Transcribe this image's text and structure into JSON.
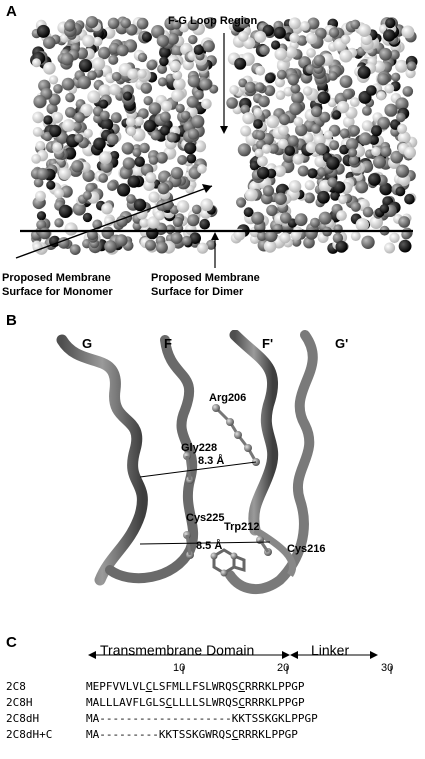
{
  "panel_a": {
    "letter": "A",
    "fg_label": "F-G Loop Region",
    "monomer_label_l1": "Proposed Membrane",
    "monomer_label_l2": "Surface for Monomer",
    "dimer_label_l1": "Proposed Membrane",
    "dimer_label_l2": "Surface for Dimer"
  },
  "panel_b": {
    "letter": "B",
    "helix_g": "G",
    "helix_f": "F",
    "helix_f_prime": "F'",
    "helix_g_prime": "G'",
    "res_arg": "Arg206",
    "res_gly": "Gly228",
    "dist_upper": "8.3 Å",
    "res_cys225": "Cys225",
    "res_trp": "Trp212",
    "dist_lower": "8.5 Å",
    "res_cys216": "Cys216"
  },
  "panel_c": {
    "letter": "C",
    "tm_label": "Transmembrane Domain",
    "linker_label": "Linker",
    "tick_10": "10",
    "tick_20": "20",
    "tick_30": "30",
    "rows": [
      {
        "name": "2C8",
        "pre": "MEPFVVLVL",
        "u1": "C",
        "mid": "LSFMLLFSLWRQS",
        "u2": "C",
        "post": "RRRKLPPGP"
      },
      {
        "name": "2C8H",
        "pre": "MALLLAVFLGLS",
        "u1": "C",
        "mid": "LLLLSLWRQS",
        "u2": "C",
        "post": "RRRKLPPGP"
      },
      {
        "name": "2C8dH",
        "pre": "MA--------------------KKTSSKGKLPPGP",
        "u1": "",
        "mid": "",
        "u2": "",
        "post": ""
      },
      {
        "name": "2C8dH+C",
        "pre": "MA---------KKTSSKGWRQS",
        "u1": "",
        "mid": "",
        "u2": "C",
        "post": "RRRKLPPGP"
      }
    ]
  }
}
